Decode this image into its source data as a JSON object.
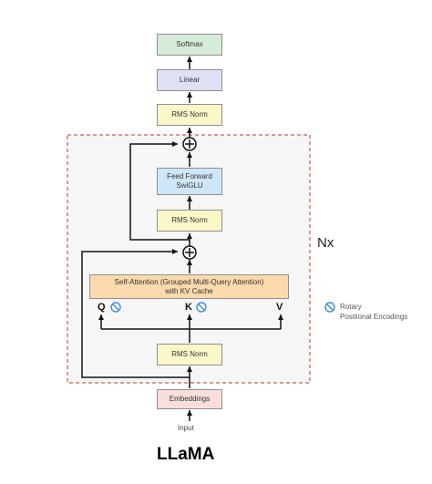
{
  "diagram": {
    "title": "LLaMA",
    "blocks": {
      "softmax": "Softmax",
      "linear": "Linear",
      "final_norm": "RMS Norm",
      "feed_forward_line1": "Feed Forward",
      "feed_forward_line2": "SwiGLU",
      "ffn_norm": "RMS Norm",
      "attention_line1": "Self-Attention (Grouped Multi-Query Attention)",
      "attention_line2": "with KV Cache",
      "attn_norm": "RMS Norm",
      "embeddings": "Embeddings"
    },
    "input_label": "Input",
    "repeat_label": "Nx",
    "qkv": {
      "q": "Q",
      "k": "K",
      "v": "V"
    },
    "legend": {
      "line1": "Rotary",
      "line2": "Positional Encodings",
      "icon": "rotary-encoding-icon"
    },
    "colors": {
      "softmax": "#d5ecd8",
      "linear": "#dfe0f3",
      "rms_norm": "#fbf7c9",
      "feed_forward": "#cfe6f8",
      "attention": "#fad9ac",
      "embeddings": "#f9dede",
      "rotary_icon": "#3c8ee0",
      "block_frame": "#c0392b",
      "block_fill": "#f6f6f6"
    }
  }
}
